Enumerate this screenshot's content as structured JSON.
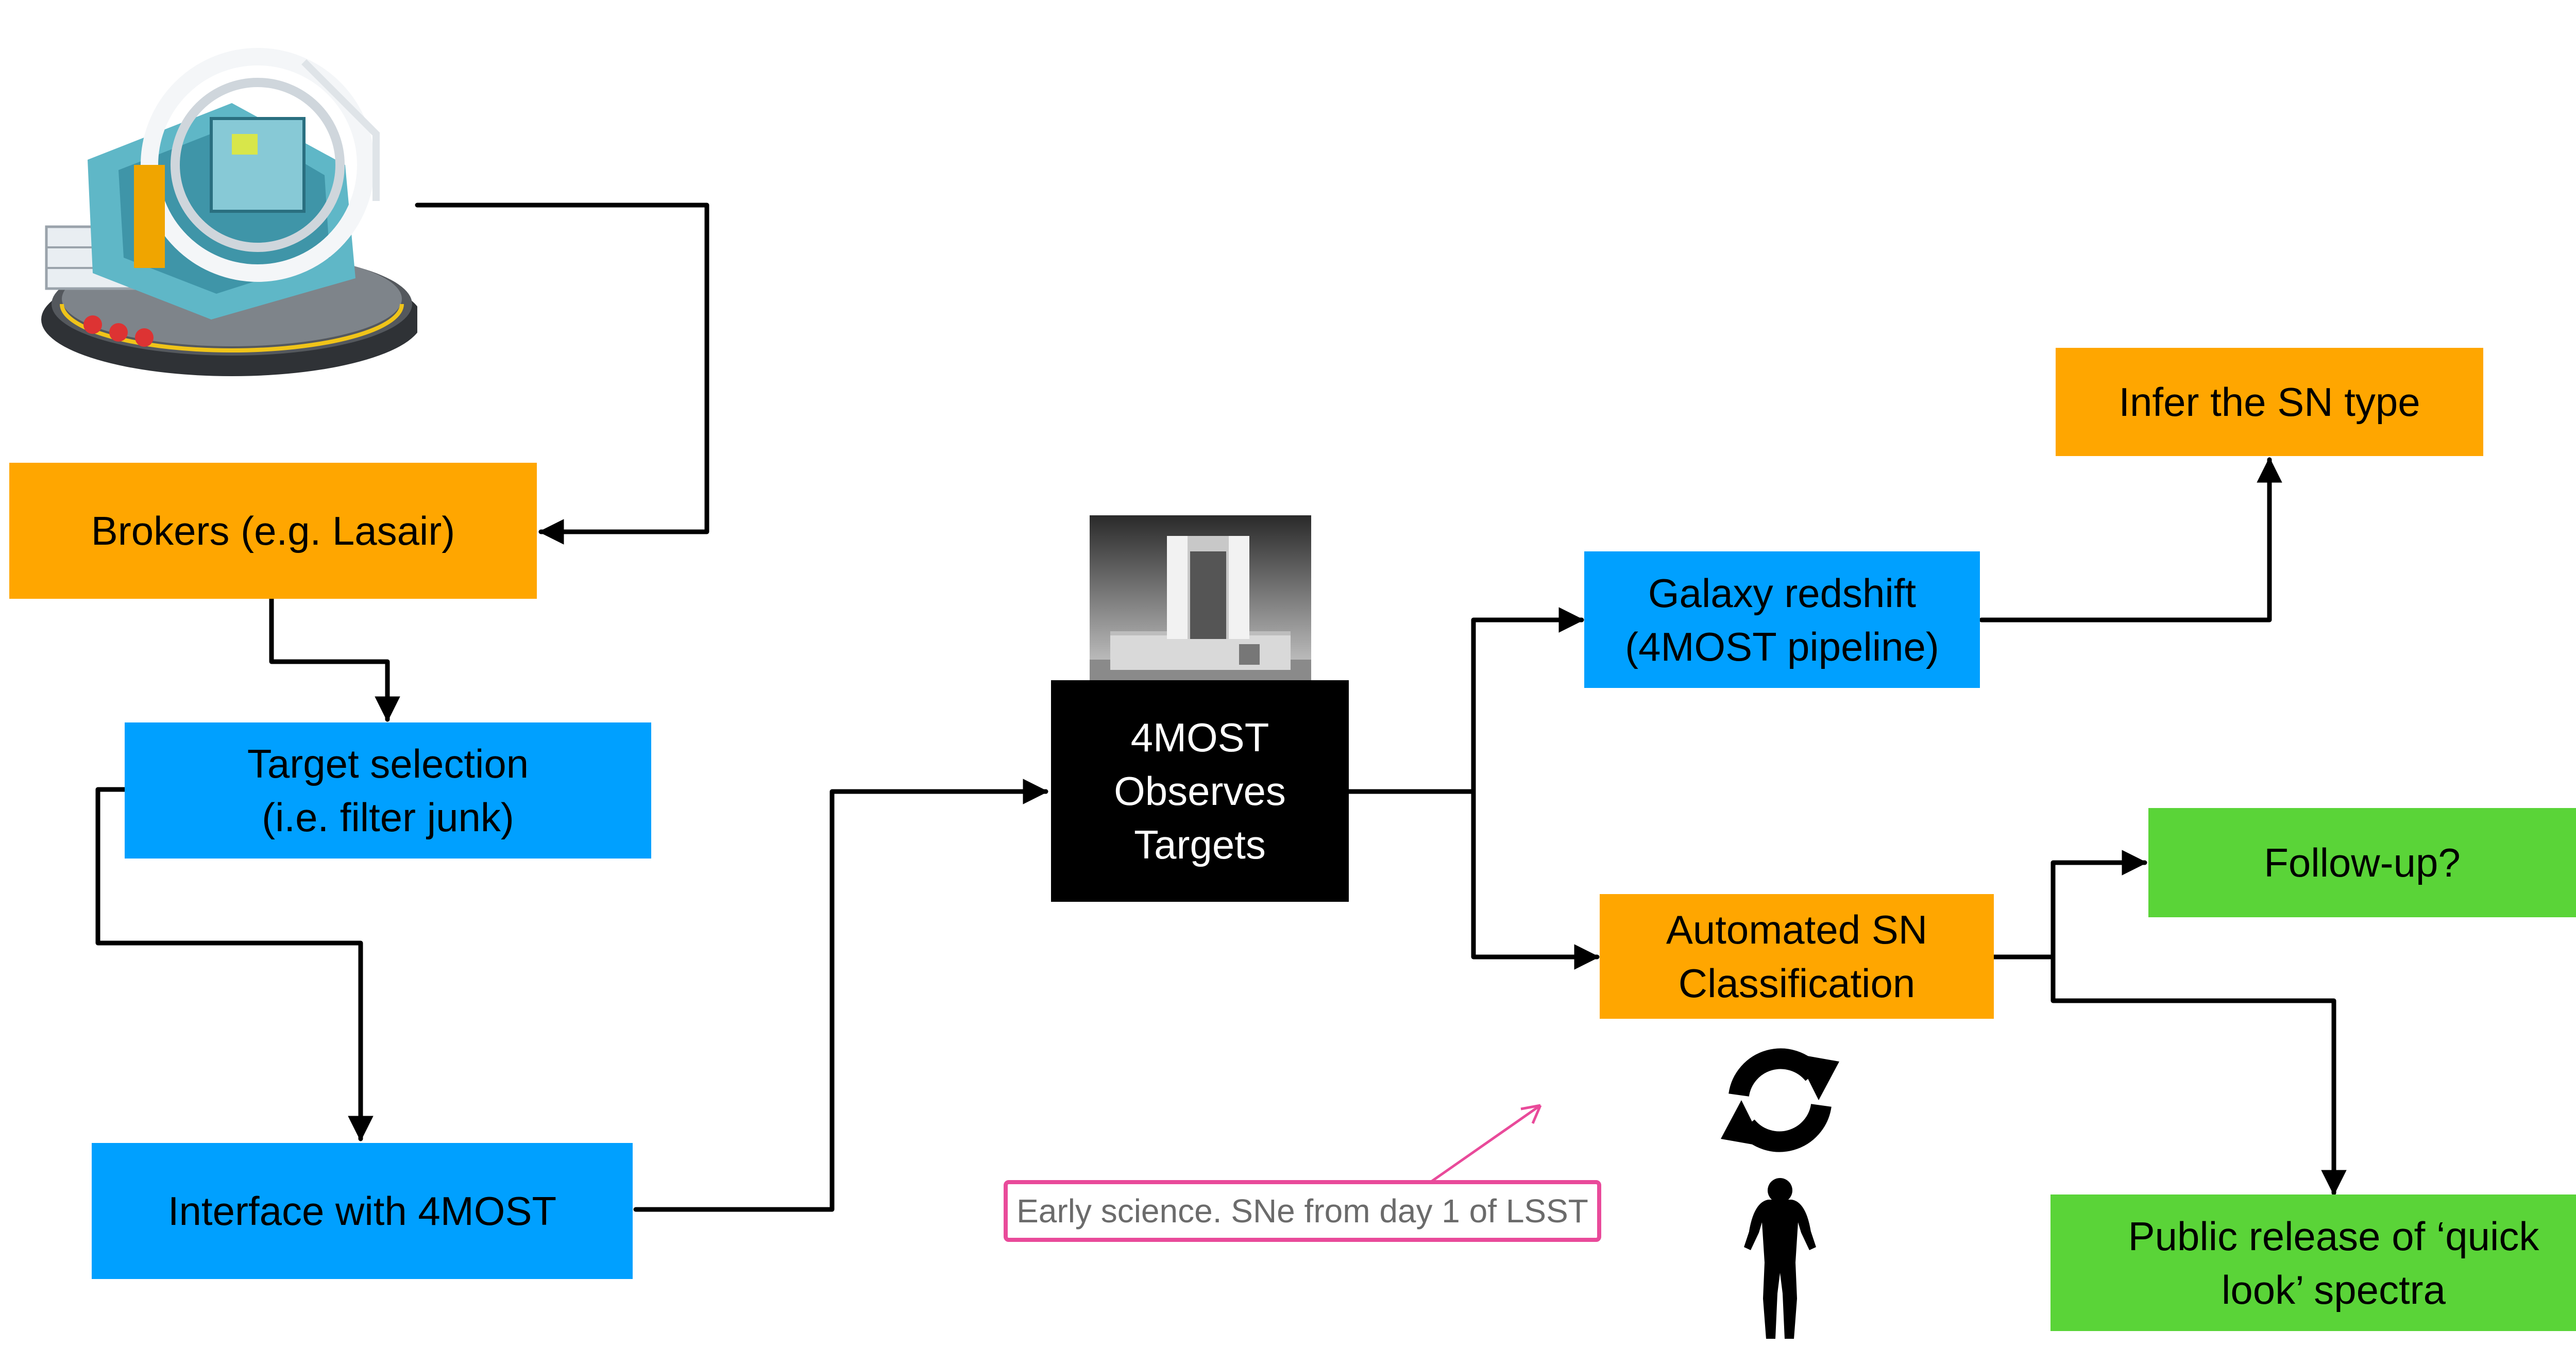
{
  "nodes": {
    "brokers": {
      "lines": [
        "Brokers (e.g. Lasair)"
      ]
    },
    "target_selection": {
      "lines": [
        "Target selection",
        "(i.e. filter junk)"
      ]
    },
    "interface": {
      "lines": [
        "Interface with 4MOST"
      ]
    },
    "observes": {
      "lines": [
        "4MOST",
        "Observes",
        "Targets"
      ]
    },
    "galaxy_redshift": {
      "lines": [
        "Galaxy redshift",
        "(4MOST pipeline)"
      ]
    },
    "infer_type": {
      "lines": [
        "Infer the SN type"
      ]
    },
    "classification": {
      "lines": [
        "Automated SN",
        "Classification"
      ]
    },
    "follow_up": {
      "lines": [
        "Follow-up?"
      ]
    },
    "public_release": {
      "lines": [
        "Public release of ‘quick",
        "look’ spectra"
      ]
    }
  },
  "annotation": {
    "text": "Early science. SNe from day 1 of LSST"
  },
  "images": {
    "lsst_telescope": "lsst-telescope-illustration",
    "vista_telescope": "4most-telescope-photo",
    "cycle": "refresh-cycle-icon",
    "person": "person-silhouette-icon"
  },
  "colors": {
    "orange": "#FFA600",
    "blue": "#00A0FF",
    "green": "#5AD438",
    "black": "#000000",
    "annotation": "#E94A9A"
  }
}
